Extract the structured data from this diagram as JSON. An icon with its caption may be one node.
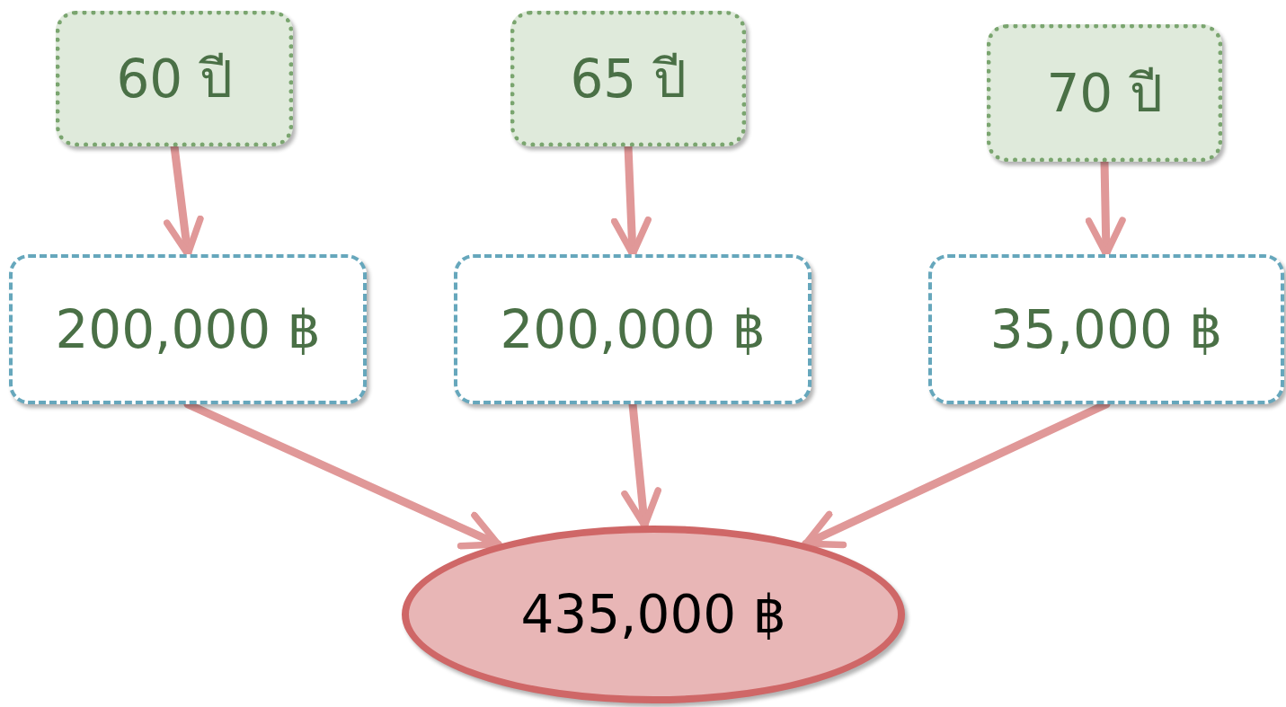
{
  "diagram": {
    "nodes": [
      {
        "text": [
          "60 ปี"
        ]
      },
      {
        "text": [
          "65 ปี"
        ]
      },
      {
        "text": [
          "70 ปี"
        ]
      },
      {
        "text": [
          "200,000 ฿"
        ]
      },
      {
        "text": [
          "200,000 ฿"
        ]
      },
      {
        "text": [
          "35,000 ฿"
        ]
      },
      {
        "text": [
          "435,000 ฿"
        ]
      }
    ],
    "edges": [
      {
        "from": 0,
        "to": 3,
        "arrow": "to"
      },
      {
        "from": 1,
        "to": 4,
        "arrow": "to"
      },
      {
        "from": 2,
        "to": 5,
        "arrow": "to"
      },
      {
        "from": 3,
        "to": 6,
        "arrow": "to"
      },
      {
        "from": 4,
        "to": 6,
        "arrow": "to"
      },
      {
        "from": 5,
        "to": 6,
        "arrow": "to"
      }
    ]
  }
}
